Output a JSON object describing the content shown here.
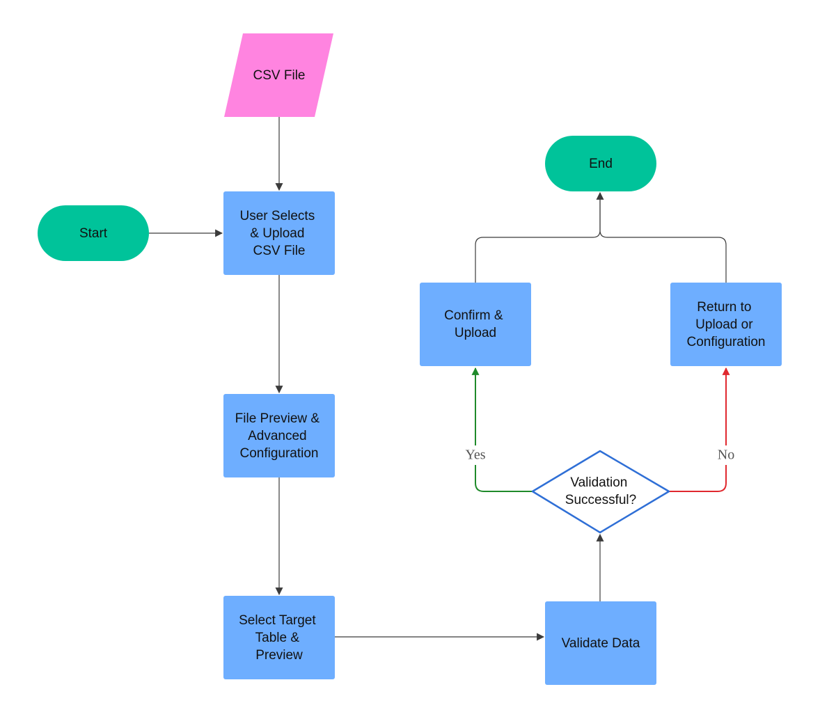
{
  "nodes": {
    "csv_file": {
      "label": [
        "CSV File"
      ],
      "shape": "parallelogram",
      "color": "#FF84E0",
      "role": "input"
    },
    "start": {
      "label": [
        "Start"
      ],
      "shape": "terminator",
      "color": "#00C39A",
      "role": "start"
    },
    "upload": {
      "label": [
        "User Selects",
        "& Upload",
        "CSV File"
      ],
      "shape": "process",
      "color": "#6EAEFF"
    },
    "preview": {
      "label": [
        "File Preview &",
        "Advanced",
        "Configuration"
      ],
      "shape": "process",
      "color": "#6EAEFF"
    },
    "select_target": {
      "label": [
        "Select Target",
        "Table &",
        "Preview"
      ],
      "shape": "process",
      "color": "#6EAEFF"
    },
    "validate": {
      "label": [
        "Validate Data"
      ],
      "shape": "process",
      "color": "#6EAEFF"
    },
    "decision": {
      "label": [
        "Validation",
        "Successful?"
      ],
      "shape": "diamond",
      "color": "#FFFFFF",
      "stroke": "#2F6FD6"
    },
    "confirm": {
      "label": [
        "Confirm &",
        "Upload"
      ],
      "shape": "process",
      "color": "#6EAEFF"
    },
    "return": {
      "label": [
        "Return to",
        "Upload or",
        "Configuration"
      ],
      "shape": "process",
      "color": "#6EAEFF"
    },
    "end": {
      "label": [
        "End"
      ],
      "shape": "terminator",
      "color": "#00C39A",
      "role": "end"
    }
  },
  "edges": [
    {
      "from": "csv_file",
      "to": "upload",
      "label": "",
      "color": "#3B3B3B"
    },
    {
      "from": "start",
      "to": "upload",
      "label": "",
      "color": "#3B3B3B"
    },
    {
      "from": "upload",
      "to": "preview",
      "label": "",
      "color": "#3B3B3B"
    },
    {
      "from": "preview",
      "to": "select_target",
      "label": "",
      "color": "#3B3B3B"
    },
    {
      "from": "select_target",
      "to": "validate",
      "label": "",
      "color": "#3B3B3B"
    },
    {
      "from": "validate",
      "to": "decision",
      "label": "",
      "color": "#3B3B3B"
    },
    {
      "from": "decision",
      "to": "confirm",
      "label": "Yes",
      "color": "#1F8A2A"
    },
    {
      "from": "decision",
      "to": "return",
      "label": "No",
      "color": "#E0282E"
    },
    {
      "from": "confirm",
      "to": "end",
      "label": "",
      "color": "#3B3B3B"
    },
    {
      "from": "return",
      "to": "end",
      "label": "",
      "color": "#3B3B3B"
    }
  ]
}
